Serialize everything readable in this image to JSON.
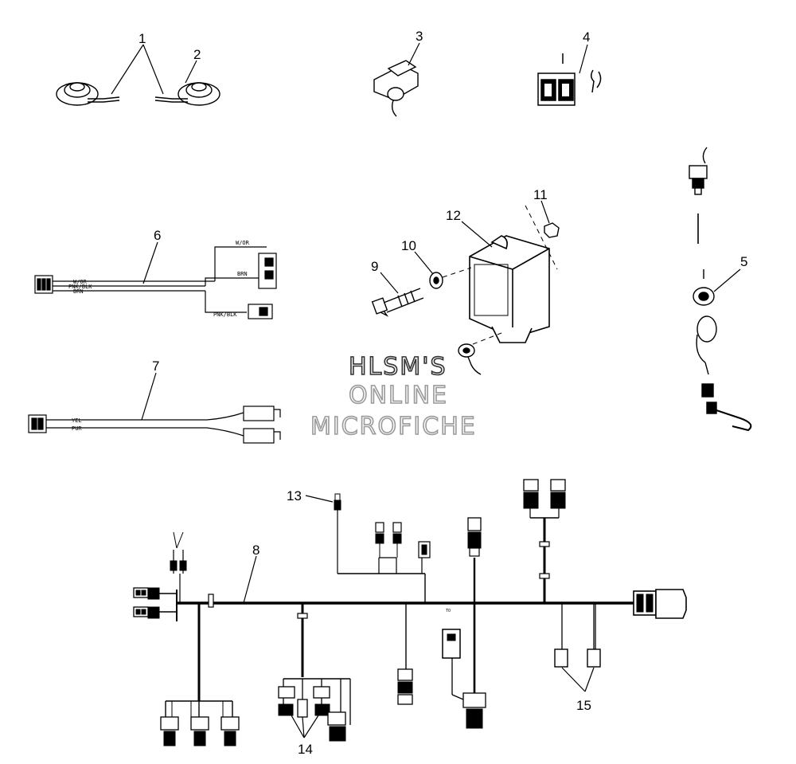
{
  "callouts": {
    "c1": "1",
    "c2": "2",
    "c3": "3",
    "c4": "4",
    "c5": "5",
    "c6": "6",
    "c7": "7",
    "c8": "8",
    "c9": "9",
    "c10": "10",
    "c11": "11",
    "c12": "12",
    "c13": "13",
    "c14": "14",
    "c15": "15"
  },
  "wire_labels": {
    "harness6_top": "W/OR",
    "harness6_left_1": "W/OR",
    "harness6_left_2": "PNK/BLK",
    "harness6_left_3": "BRN",
    "harness6_brn": "BRN",
    "harness6_pnk": "PNK/BLK",
    "harness7_yel": "YEL",
    "harness7_pur": "PUR",
    "main_harness_to": "TO"
  },
  "watermark": {
    "line1": "HLSM'S",
    "line2": "ONLINE",
    "line3": "MICROFICHE"
  },
  "colors": {
    "ink": "#000000",
    "watermark_outline": "#9a9a9a"
  }
}
